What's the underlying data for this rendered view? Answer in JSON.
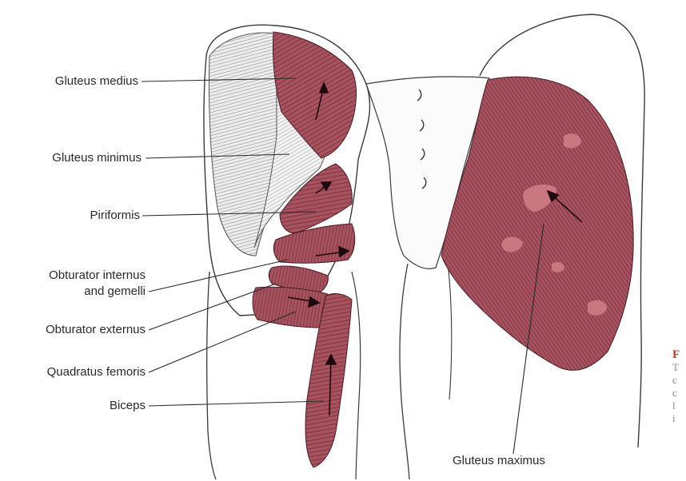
{
  "labels": {
    "gluteus_medius": "Gluteus medius",
    "gluteus_minimus": "Gluteus minimus",
    "piriformis": "Piriformis",
    "obturator_internus_line1": "Obturator internus",
    "obturator_internus_line2": "and gemelli",
    "obturator_externus": "Obturator externus",
    "quadratus_femoris": "Quadratus femoris",
    "biceps": "Biceps",
    "gluteus_maximus": "Gluteus maximus"
  },
  "caption_fragment": {
    "head": "F",
    "lines": [
      "T",
      "c",
      "c",
      "l",
      "i"
    ]
  },
  "colors": {
    "muscle": "#a8525e",
    "muscle_light": "#d88893",
    "outline": "#3a3a3a",
    "tendon": "#e9e9e9",
    "caption_head": "#c0392b"
  }
}
